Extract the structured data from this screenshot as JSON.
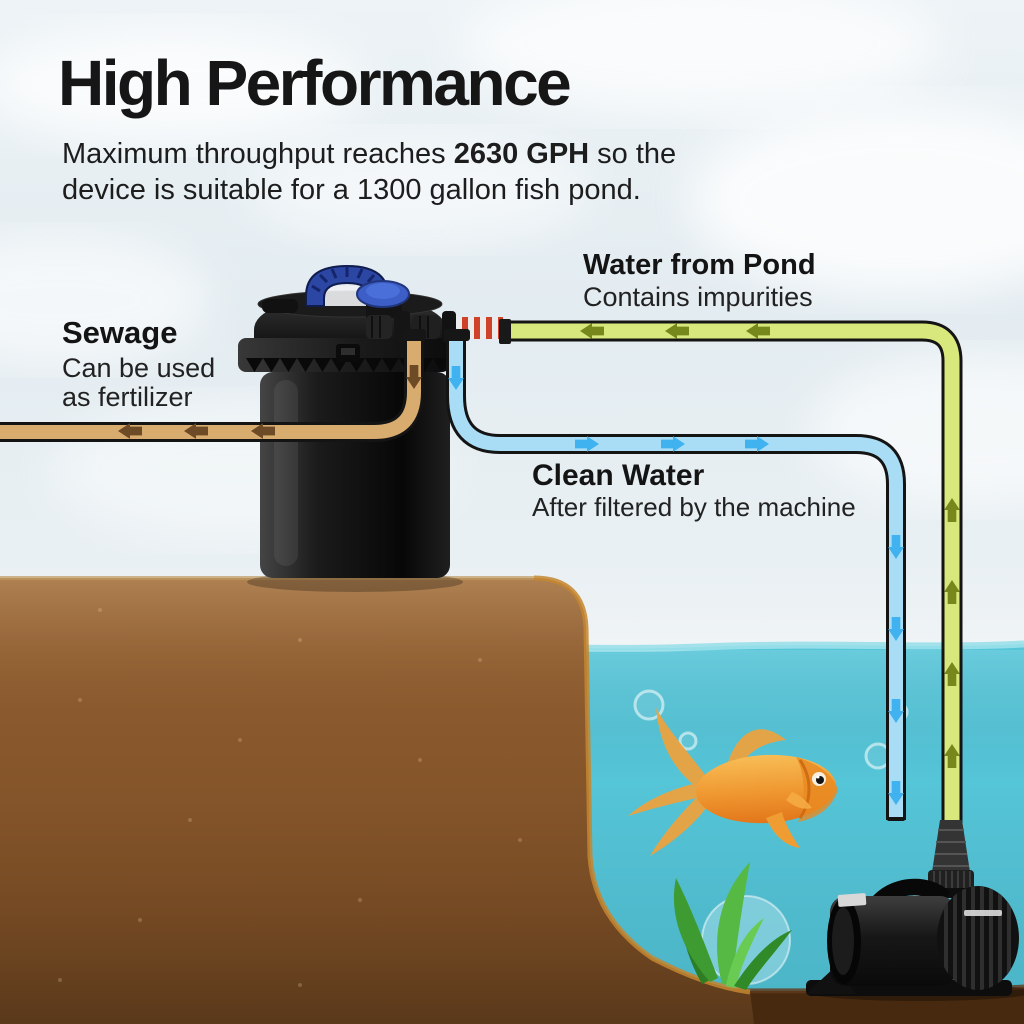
{
  "title": "High Performance",
  "subtitle": {
    "prefix": "Maximum throughput reaches ",
    "highlight": "2630 GPH",
    "suffix": " so the device is suitable for a 1300 gallon fish pond."
  },
  "callouts": {
    "pond_water": {
      "heading": "Water from Pond",
      "description": "Contains impurities"
    },
    "sewage": {
      "heading": "Sewage",
      "description_line1": "Can be used",
      "description_line2": "as fertilizer"
    },
    "clean_water": {
      "heading": "Clean Water",
      "description": "After filtered by the machine"
    }
  },
  "flows": {
    "pond_water_pipe": {
      "color": "#d9e87c",
      "arrow_color": "#76871c"
    },
    "clean_water_pipe": {
      "color": "#a9ddf6",
      "arrow_color": "#3fb2ef"
    },
    "sewage_pipe": {
      "color": "#d8ab6e",
      "arrow_color": "#6d4b26"
    }
  },
  "scene": {
    "water_color": "#55c5d8",
    "soil_color": "#8a5a2e",
    "pond_floor_color": "#46290f",
    "illustrations": [
      "pond-filter",
      "water-pump",
      "goldfish",
      "seaweed",
      "bubbles",
      "clouds"
    ]
  }
}
